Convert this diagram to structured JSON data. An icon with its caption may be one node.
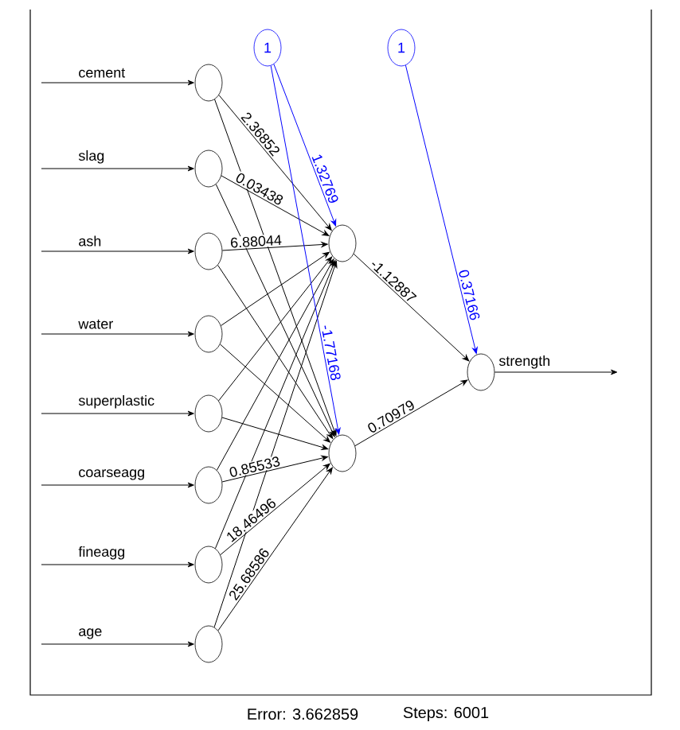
{
  "diagram": {
    "nodes": [
      {
        "text": [],
        "shape": "circle"
      },
      {
        "text": [],
        "shape": "circle"
      },
      {
        "text": [],
        "shape": "circle"
      },
      {
        "text": [],
        "shape": "circle"
      },
      {
        "text": [],
        "shape": "circle"
      },
      {
        "text": [],
        "shape": "circle"
      },
      {
        "text": [],
        "shape": "circle"
      },
      {
        "text": [],
        "shape": "circle"
      },
      {
        "text": [
          "1"
        ]
      },
      {
        "text": [
          "1"
        ]
      },
      {
        "text": [],
        "shape": "circle"
      },
      {
        "text": [],
        "shape": "circle"
      },
      {
        "text": [],
        "shape": "circle",
        "beside": [
          "strength"
        ]
      }
    ],
    "edges": [
      {
        "from": null,
        "to": 0,
        "arrow": "to"
      },
      {
        "from": null,
        "to": 1,
        "arrow": "to"
      },
      {
        "from": null,
        "to": 2,
        "arrow": "to"
      },
      {
        "from": null,
        "to": 3,
        "arrow": "to"
      },
      {
        "from": null,
        "to": 4,
        "arrow": "to"
      },
      {
        "from": null,
        "to": 5,
        "arrow": "to"
      },
      {
        "from": null,
        "to": 6,
        "arrow": "to"
      },
      {
        "from": null,
        "to": 7,
        "arrow": "to"
      },
      {
        "from": 0,
        "to": 10,
        "arrow": "to",
        "label": "2.36852"
      },
      {
        "from": 0,
        "to": 11,
        "arrow": "to"
      },
      {
        "from": 1,
        "to": 10,
        "arrow": "to",
        "label": "0.03438"
      },
      {
        "from": 1,
        "to": 11,
        "arrow": "to"
      },
      {
        "from": 2,
        "to": 10,
        "arrow": "to",
        "label": "6.88044"
      },
      {
        "from": 2,
        "to": 11,
        "arrow": "to"
      },
      {
        "from": 3,
        "to": 10,
        "arrow": "to"
      },
      {
        "from": 3,
        "to": 11,
        "arrow": "to"
      },
      {
        "from": 4,
        "to": 10,
        "arrow": "to"
      },
      {
        "from": 4,
        "to": 11,
        "arrow": "to"
      },
      {
        "from": 5,
        "to": 10,
        "arrow": "to"
      },
      {
        "from": 5,
        "to": 11,
        "arrow": "to",
        "label": "0.85533"
      },
      {
        "from": 6,
        "to": 10,
        "arrow": "to"
      },
      {
        "from": 6,
        "to": 11,
        "arrow": "to",
        "label": "18.46496"
      },
      {
        "from": 7,
        "to": 10,
        "arrow": "to"
      },
      {
        "from": 7,
        "to": 11,
        "arrow": "to",
        "label": "25.68586"
      },
      {
        "from": 8,
        "to": 10,
        "arrow": "to",
        "label": "1.32769",
        "color": "#0000ff"
      },
      {
        "from": 8,
        "to": 11,
        "arrow": "to",
        "label": "-1.77168",
        "color": "#0000ff"
      },
      {
        "from": 10,
        "to": 12,
        "arrow": "to",
        "label": "-1.12887"
      },
      {
        "from": 11,
        "to": 12,
        "arrow": "to",
        "label": "0.70979"
      },
      {
        "from": 9,
        "to": 12,
        "arrow": "to",
        "label": "0.37166",
        "color": "#0000ff"
      },
      {
        "from": 12,
        "to": null,
        "arrow": "to"
      }
    ],
    "labels": [
      "cement",
      "slag",
      "ash",
      "water",
      "superplastic",
      "coarseagg",
      "fineagg",
      "age",
      "Error: 3.662859",
      "Steps: 6001"
    ]
  }
}
